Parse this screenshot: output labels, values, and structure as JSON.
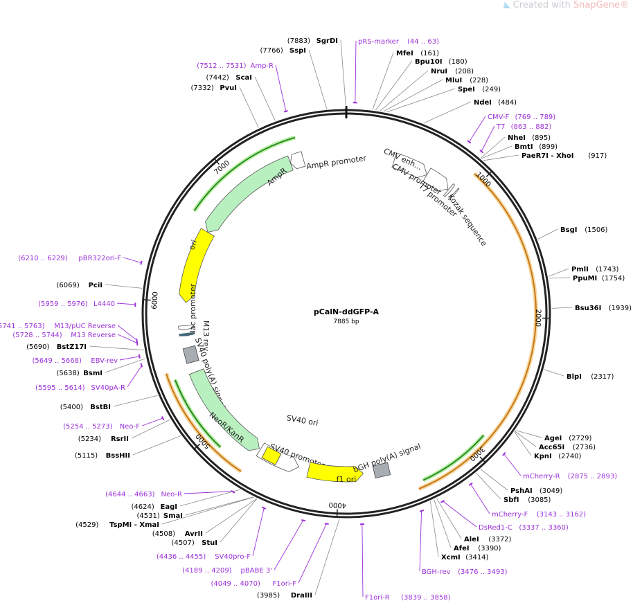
{
  "watermark": {
    "prefix": "Created with ",
    "brand": "SnapGene",
    "reg": "®"
  },
  "plasmid": {
    "name": "pCalN-ddGFP-A",
    "size": "7885 bp",
    "length": 7885
  },
  "colors": {
    "backbone": "#222222",
    "primer": "#9b30d9",
    "orf_green": "#b9f0c0",
    "ori_yellow": "#ffff00",
    "promoter_white": "#ffffff",
    "polyA_gray": "#a7adb3",
    "orange_band": "#f0a020",
    "green_band": "#2ea02e"
  },
  "ticks": [
    {
      "pos": 1000,
      "label": "1000"
    },
    {
      "pos": 2000,
      "label": "2000"
    },
    {
      "pos": 3000,
      "label": "3000"
    },
    {
      "pos": 4000,
      "label": "4000"
    },
    {
      "pos": 5000,
      "label": "5000"
    },
    {
      "pos": 6000,
      "label": "6000"
    },
    {
      "pos": 7000,
      "label": "7000"
    }
  ],
  "sites": [
    {
      "name": "SgrDI",
      "pos": "(7883)",
      "bp": 7883
    },
    {
      "name": "SspI",
      "pos": "(7766)",
      "bp": 7766
    },
    {
      "name": "ScaI",
      "pos": "(7442)",
      "bp": 7442
    },
    {
      "name": "PvuI",
      "pos": "(7332)",
      "bp": 7332
    },
    {
      "name": "MfeI",
      "pos": "(161)",
      "bp": 161
    },
    {
      "name": "Bpu10I",
      "pos": "(180)",
      "bp": 180
    },
    {
      "name": "NruI",
      "pos": "(208)",
      "bp": 208
    },
    {
      "name": "MluI",
      "pos": "(228)",
      "bp": 228
    },
    {
      "name": "SpeI",
      "pos": "(249)",
      "bp": 249
    },
    {
      "name": "NdeI",
      "pos": "(484)",
      "bp": 484
    },
    {
      "name": "NheI",
      "pos": "(895)",
      "bp": 895
    },
    {
      "name": "BmtI",
      "pos": "(899)",
      "bp": 899
    },
    {
      "name": "PaeR7I - XhoI",
      "pos": "(917)",
      "bp": 917
    },
    {
      "name": "BsgI",
      "pos": "(1506)",
      "bp": 1506
    },
    {
      "name": "PmlI",
      "pos": "(1743)",
      "bp": 1743
    },
    {
      "name": "PpuMI",
      "pos": "(1754)",
      "bp": 1754
    },
    {
      "name": "Bsu36I",
      "pos": "(1939)",
      "bp": 1939
    },
    {
      "name": "BlpI",
      "pos": "(2317)",
      "bp": 2317
    },
    {
      "name": "AgeI",
      "pos": "(2729)",
      "bp": 2729
    },
    {
      "name": "Acc65I",
      "pos": "(2736)",
      "bp": 2736
    },
    {
      "name": "KpnI",
      "pos": "(2740)",
      "bp": 2740
    },
    {
      "name": "PshAI",
      "pos": "(3049)",
      "bp": 3049
    },
    {
      "name": "SbfI",
      "pos": "(3085)",
      "bp": 3085
    },
    {
      "name": "AleI",
      "pos": "(3372)",
      "bp": 3372
    },
    {
      "name": "AfeI",
      "pos": "(3390)",
      "bp": 3390
    },
    {
      "name": "XcmI",
      "pos": "(3414)",
      "bp": 3414
    },
    {
      "name": "DraIII",
      "pos": "(3985)",
      "bp": 3985
    },
    {
      "name": "StuI",
      "pos": "(4507)",
      "bp": 4507
    },
    {
      "name": "AvrII",
      "pos": "(4508)",
      "bp": 4508
    },
    {
      "name": "TspMI - XmaI",
      "pos": "(4529)",
      "bp": 4529
    },
    {
      "name": "SmaI",
      "pos": "(4531)",
      "bp": 4531
    },
    {
      "name": "EagI",
      "pos": "(4624)",
      "bp": 4624
    },
    {
      "name": "BssHII",
      "pos": "(5115)",
      "bp": 5115
    },
    {
      "name": "RsrII",
      "pos": "(5234)",
      "bp": 5234
    },
    {
      "name": "BstBI",
      "pos": "(5400)",
      "bp": 5400
    },
    {
      "name": "BsmI",
      "pos": "(5638)",
      "bp": 5638
    },
    {
      "name": "BstZ17I",
      "pos": "(5690)",
      "bp": 5690
    },
    {
      "name": "PciI",
      "pos": "(6069)",
      "bp": 6069
    }
  ],
  "primers": [
    {
      "name": "pRS-marker",
      "range": "(44 .. 63)",
      "bp": 53
    },
    {
      "name": "Amp-R",
      "range": "(7512 .. 7531)",
      "bp": 7521
    },
    {
      "name": "CMV-F",
      "range": "(769 .. 789)",
      "bp": 779
    },
    {
      "name": "T7",
      "range": "(863 .. 882)",
      "bp": 872
    },
    {
      "name": "pBR322ori-F",
      "range": "(6210 .. 6229)",
      "bp": 6219
    },
    {
      "name": "L4440",
      "range": "(5959 .. 5976)",
      "bp": 5967
    },
    {
      "name": "M13/pUC Reverse",
      "range": "(5741 .. 5763)",
      "bp": 5752
    },
    {
      "name": "M13 Reverse",
      "range": "(5728 .. 5744)",
      "bp": 5736
    },
    {
      "name": "EBV-rev",
      "range": "(5649 .. 5668)",
      "bp": 5658
    },
    {
      "name": "SV40pA-R",
      "range": "(5595 .. 5614)",
      "bp": 5604
    },
    {
      "name": "Neo-F",
      "range": "(5254 .. 5273)",
      "bp": 5263
    },
    {
      "name": "Neo-R",
      "range": "(4644 .. 4663)",
      "bp": 4653
    },
    {
      "name": "SV40pro-F",
      "range": "(4436 .. 4455)",
      "bp": 4445
    },
    {
      "name": "pBABE 3'",
      "range": "(4189 .. 4209)",
      "bp": 4199
    },
    {
      "name": "F1ori-F",
      "range": "(4049 .. 4070)",
      "bp": 4059
    },
    {
      "name": "F1ori-R",
      "range": "(3839 .. 3858)",
      "bp": 3848
    },
    {
      "name": "BGH-rev",
      "range": "(3476 .. 3493)",
      "bp": 3484
    },
    {
      "name": "DsRed1-C",
      "range": "(3337 .. 3360)",
      "bp": 3348
    },
    {
      "name": "mCherry-F",
      "range": "(3143 .. 3162)",
      "bp": 3152
    },
    {
      "name": "mCherry-R",
      "range": "(2875 .. 2893)",
      "bp": 2884
    }
  ],
  "features": [
    {
      "name": "AmpR",
      "type": "orf",
      "from": 6580,
      "to": 7440,
      "dir": -1
    },
    {
      "name": "AmpR promoter",
      "type": "promoter",
      "from": 7440,
      "to": 7545,
      "dir": -1
    },
    {
      "name": "ori",
      "type": "ori",
      "from": 6000,
      "to": 6580,
      "dir": -1
    },
    {
      "name": "CMV enh...",
      "type": "promoter",
      "from": 380,
      "to": 660,
      "dir": 1
    },
    {
      "name": "CMV promoter",
      "type": "promoter",
      "from": 660,
      "to": 860,
      "dir": 1
    },
    {
      "name": "T7 promoter",
      "type": "promoter",
      "from": 865,
      "to": 885,
      "dir": 1
    },
    {
      "name": "Kozak sequence",
      "type": "promoter",
      "from": 915,
      "to": 925,
      "dir": 1
    },
    {
      "name": "lac promoter",
      "type": "promoter",
      "from": 5790,
      "to": 5820,
      "dir": -1
    },
    {
      "name": "M13 rev",
      "type": "primerbind",
      "from": 5740,
      "to": 5760,
      "dir": -1
    },
    {
      "name": "SV40 poly(A) signal",
      "type": "polyA",
      "from": 5530,
      "to": 5650,
      "dir": 0
    },
    {
      "name": "NeoR/KanR",
      "type": "orf",
      "from": 4660,
      "to": 5450,
      "dir": -1
    },
    {
      "name": "SV40 promoter",
      "type": "promoter",
      "from": 4320,
      "to": 4650,
      "dir": -1
    },
    {
      "name": "SV40 ori",
      "type": "ori",
      "from": 4500,
      "to": 4600,
      "dir": 0
    },
    {
      "name": "f1 ori",
      "type": "ori",
      "from": 3810,
      "to": 4240,
      "dir": -1
    },
    {
      "name": "bGH poly(A) signal",
      "type": "polyA",
      "from": 3550,
      "to": 3780,
      "dir": 0
    }
  ],
  "bands": [
    {
      "color": "orange",
      "from": 930,
      "to": 3450
    },
    {
      "color": "green",
      "from": 2880,
      "to": 3400
    },
    {
      "color": "orange",
      "from": 4680,
      "to": 5510
    },
    {
      "color": "green",
      "from": 4890,
      "to": 5450
    },
    {
      "color": "green",
      "from": 6660,
      "to": 7530
    }
  ]
}
